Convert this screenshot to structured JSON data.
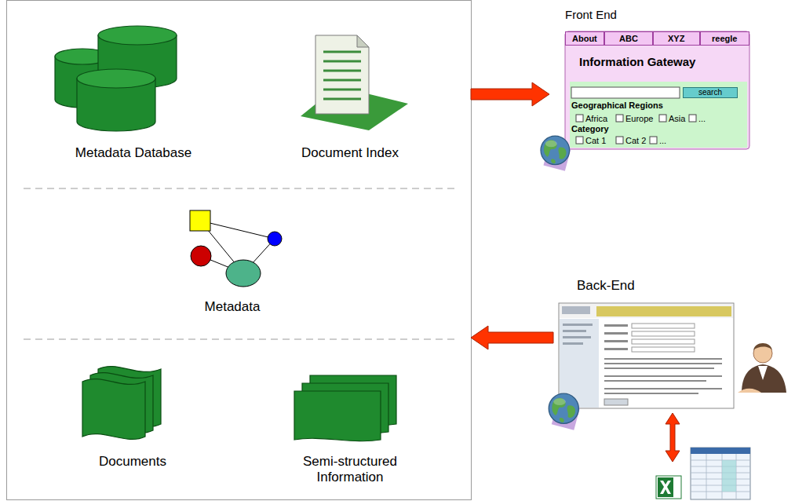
{
  "diagram": {
    "nodes": [
      {
        "text": [
          "Metadata Database",
          "Document Index"
        ]
      },
      {
        "text": [
          "Metadata"
        ]
      },
      {
        "text": [
          "Documents",
          "Semi-structured Information"
        ]
      },
      {
        "text": [
          "Front End",
          "Information Gateway",
          "Geographical Regions",
          "Africa",
          "Europe",
          "Asia",
          "...",
          "Category",
          "Cat 1",
          "Cat 2",
          "..."
        ]
      },
      {
        "text": [
          "About"
        ],
        "in": 3
      },
      {
        "text": [
          "ABC"
        ],
        "in": 3
      },
      {
        "text": [
          "XYZ"
        ],
        "in": 3
      },
      {
        "text": [
          "reegle"
        ],
        "in": 3
      },
      {
        "text": [
          "search"
        ],
        "in": 3
      },
      {
        "text": [
          "Back-End"
        ]
      }
    ],
    "edges": [
      {
        "from": 0,
        "to": 3,
        "arrow": "to"
      },
      {
        "from": 9,
        "to": 1,
        "arrow": "to"
      }
    ]
  }
}
